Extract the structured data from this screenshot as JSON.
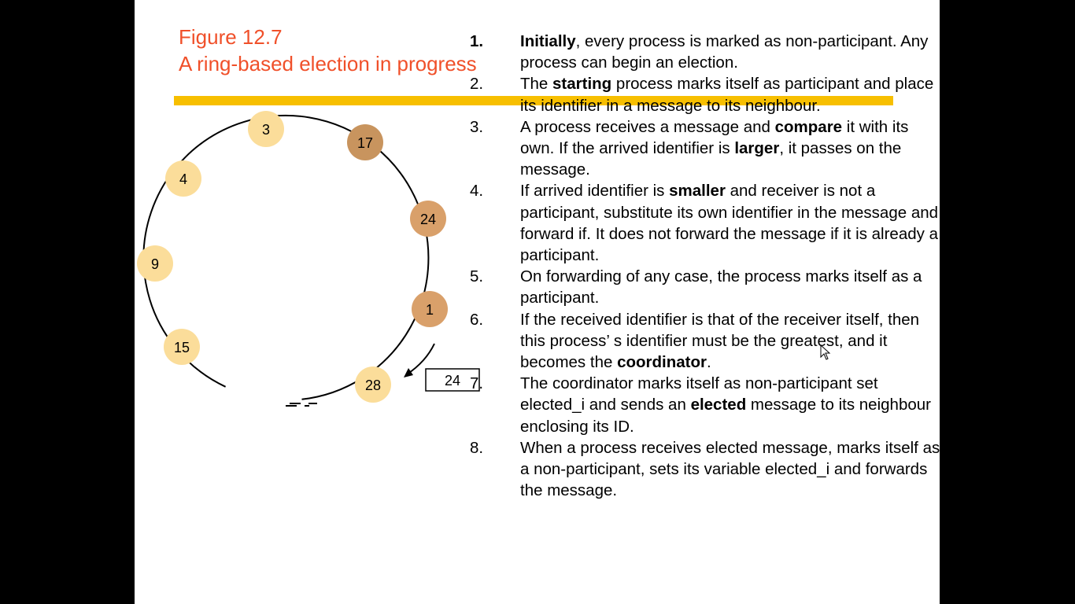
{
  "title": {
    "line1": "Figure 12.7",
    "line2": "A ring-based election  in progress"
  },
  "colors": {
    "title": "#f0502a",
    "bar": "#f7bf00",
    "light_node": "#fbdd9a",
    "dark_node": "#d9a06a",
    "darkest_node": "#c8945e"
  },
  "ring": {
    "nodes": [
      {
        "id": "3",
        "shade": "light"
      },
      {
        "id": "17",
        "shade": "darkest"
      },
      {
        "id": "4",
        "shade": "light"
      },
      {
        "id": "24",
        "shade": "dark"
      },
      {
        "id": "9",
        "shade": "light"
      },
      {
        "id": "1",
        "shade": "dark"
      },
      {
        "id": "15",
        "shade": "light"
      },
      {
        "id": "28",
        "shade": "light"
      }
    ],
    "message": "24"
  },
  "steps": [
    {
      "num": "1.",
      "parts": [
        {
          "b": true,
          "t": "Initially"
        },
        {
          "t": ", every process is marked as non-participant. Any process can begin an election."
        }
      ]
    },
    {
      "num": "2.",
      "parts": [
        {
          "t": "The "
        },
        {
          "b": true,
          "t": "starting"
        },
        {
          "t": " process marks itself as participant and place its identifier in a message to its neighbour."
        }
      ]
    },
    {
      "num": "3.",
      "parts": [
        {
          "t": "A process receives a message and "
        },
        {
          "b": true,
          "t": "compare"
        },
        {
          "t": " it with its own. If the arrived identifier is "
        },
        {
          "b": true,
          "t": "larger"
        },
        {
          "t": ", it passes on the message."
        }
      ]
    },
    {
      "num": "4.",
      "parts": [
        {
          "t": "If arrived identifier is "
        },
        {
          "b": true,
          "t": "smaller"
        },
        {
          "t": " and receiver is not a participant, substitute its own identifier in the message and forward if. It does not forward the message if it is already a participant."
        }
      ]
    },
    {
      "num": "5.",
      "parts": [
        {
          "t": "On forwarding of any case, the process marks itself as a participant."
        }
      ]
    },
    {
      "num": "6.",
      "parts": [
        {
          "t": "If the received identifier is that of the receiver itself, then this process’ s identifier must be the greatest, and it becomes the "
        },
        {
          "b": true,
          "t": "coordinator"
        },
        {
          "t": "."
        }
      ]
    },
    {
      "num": "7.",
      "parts": [
        {
          "t": "The coordinator marks itself as non-participant set elected_i and sends an "
        },
        {
          "b": true,
          "t": "elected"
        },
        {
          "t": " message to its neighbour enclosing its ID."
        }
      ]
    },
    {
      "num": "8.",
      "parts": [
        {
          "t": "When a process receives elected message, marks itself as a non-participant, sets its variable elected_i and forwards the message."
        }
      ]
    }
  ]
}
